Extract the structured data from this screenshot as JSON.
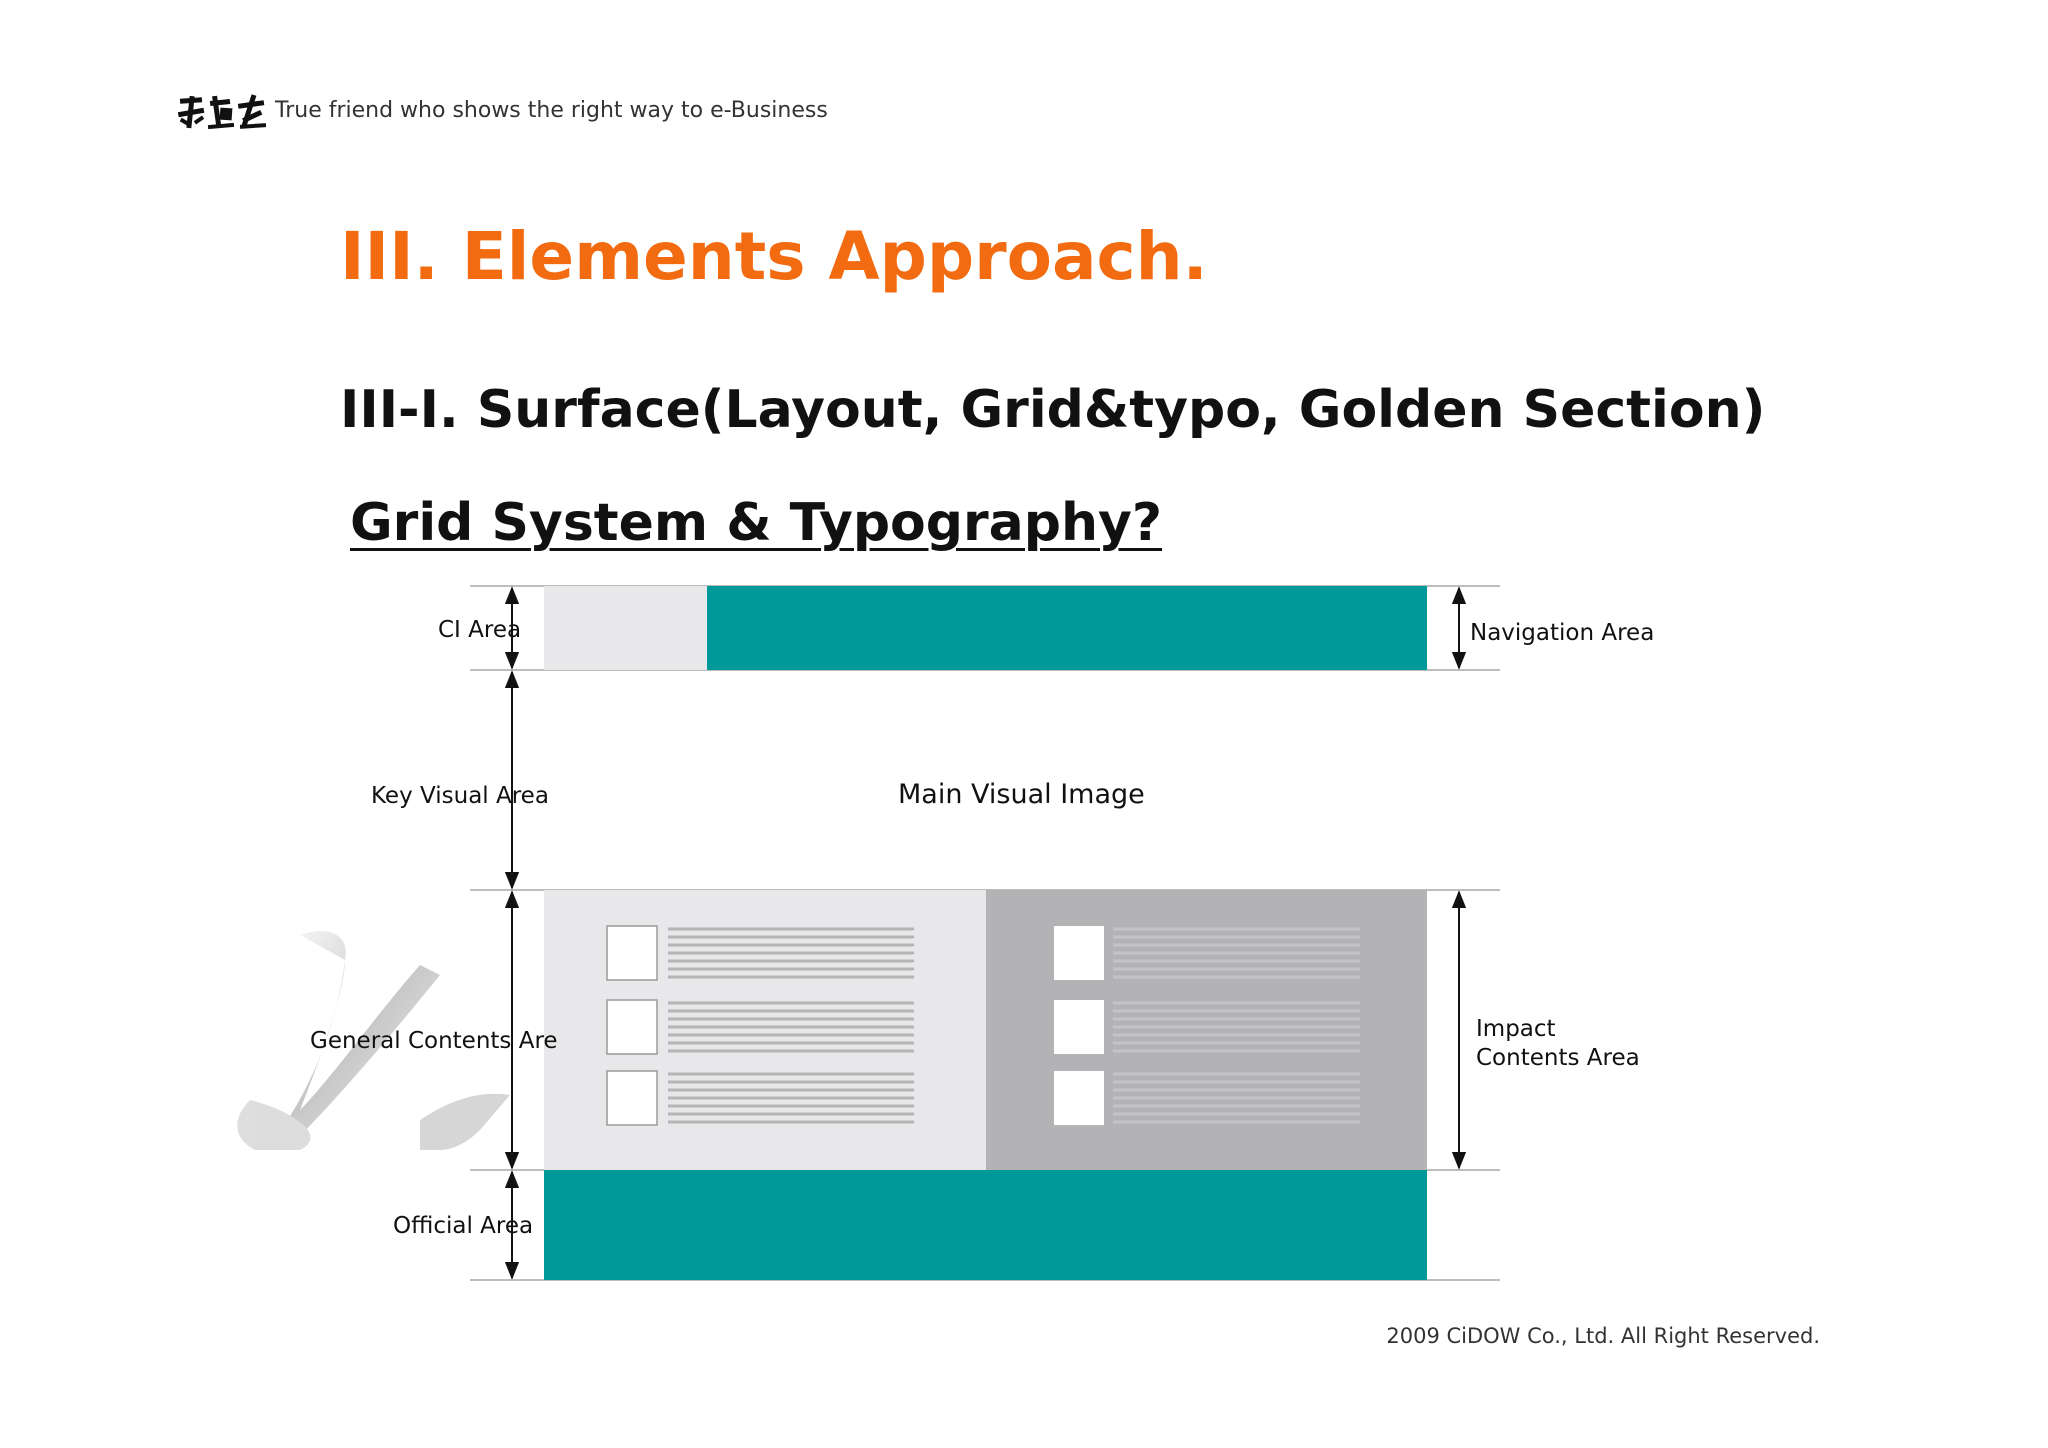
{
  "header": {
    "logo_icon": "calligraphy-logo-icon",
    "tagline": "True friend who shows the right way to e-Business"
  },
  "title": "III. Elements Approach.",
  "subtitle": "III-I. Surface(Layout, Grid&typo, Golden Section)",
  "section_heading": "Grid System & Typography?",
  "diagram": {
    "left_labels": {
      "ci": "CI Area",
      "key_visual": "Key Visual Area",
      "general_contents": "General Contents Are",
      "official": "Official Area"
    },
    "right_labels": {
      "navigation": "Navigation Area",
      "impact_line1": "Impact",
      "impact_line2": "Contents Area"
    },
    "center_label": "Main Visual Image",
    "colors": {
      "teal": "#009999",
      "light_gray": "#e8e8ea",
      "mid_gray": "#b3b3b5",
      "rule_gray": "#a8a8a8"
    }
  },
  "footer": "2009 CiDOW Co., Ltd. All Right Reserved."
}
